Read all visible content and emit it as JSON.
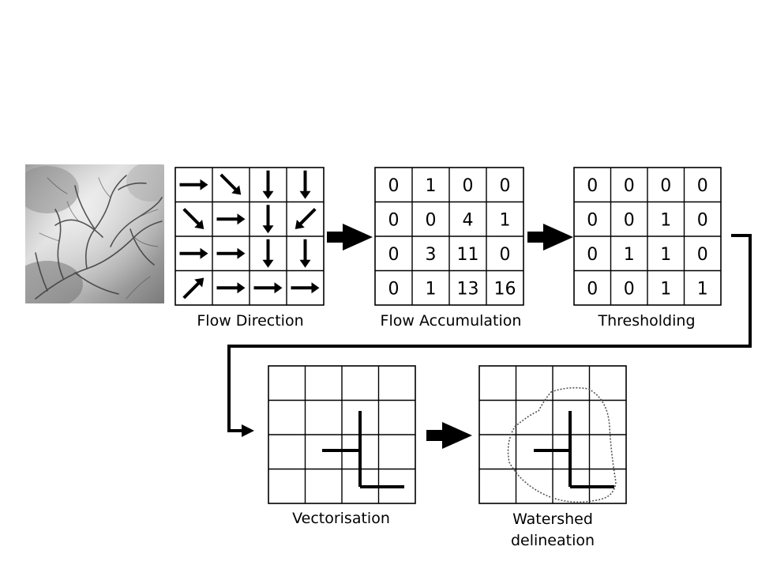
{
  "dem": {
    "description_icon": "dem-terrain-image"
  },
  "flow_direction": {
    "caption": "Flow Direction",
    "arrows": [
      [
        "E",
        "SE",
        "S",
        "S"
      ],
      [
        "SE",
        "E",
        "S",
        "SW"
      ],
      [
        "E",
        "E",
        "S",
        "S"
      ],
      [
        "NE",
        "E",
        "E",
        "E"
      ]
    ]
  },
  "flow_accumulation": {
    "caption": "Flow Accumulation",
    "values": [
      [
        "0",
        "1",
        "0",
        "0"
      ],
      [
        "0",
        "0",
        "4",
        "1"
      ],
      [
        "0",
        "3",
        "11",
        "0"
      ],
      [
        "0",
        "1",
        "13",
        "16"
      ]
    ]
  },
  "thresholding": {
    "caption": "Thresholding",
    "values": [
      [
        "0",
        "0",
        "0",
        "0"
      ],
      [
        "0",
        "0",
        "1",
        "0"
      ],
      [
        "0",
        "1",
        "1",
        "0"
      ],
      [
        "0",
        "0",
        "1",
        "1"
      ]
    ]
  },
  "vectorisation": {
    "caption": "Vectorisation"
  },
  "watershed": {
    "caption_line1": "Watershed",
    "caption_line2": "delineation"
  }
}
